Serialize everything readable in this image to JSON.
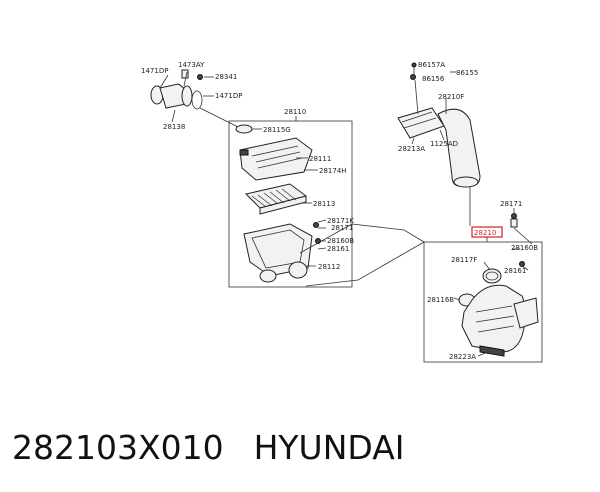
{
  "labels": {
    "l1471dp_a": "1471DP",
    "l1473ay": "1473AY",
    "l28341": "28341",
    "l1471dp_b": "1471DP",
    "l28138": "28138",
    "l28110": "28110",
    "l28115g": "28115G",
    "l28111": "28111",
    "l28174h": "28174H",
    "l28113": "28113",
    "l28171k": "28171K",
    "l28171_a": "28171",
    "l28160b_a": "28160B",
    "l28161_a": "28161",
    "l28112": "28112",
    "l86157a": "86157A",
    "l86156": "86156",
    "l86155": "86155",
    "l28210f": "28210F",
    "l28213a": "28213A",
    "l1125ad": "1125AD",
    "l28171_b": "28171",
    "l28210": "28210",
    "l28160b_b": "28160B",
    "l28117f": "28117F",
    "l28161_b": "28161",
    "l28116b": "28116B",
    "l28223a": "28223A"
  },
  "caption": {
    "part_number": "282103X010",
    "brand": "HYUNDAI"
  },
  "colors": {
    "highlight": "#d0202a",
    "line": "#333333"
  }
}
